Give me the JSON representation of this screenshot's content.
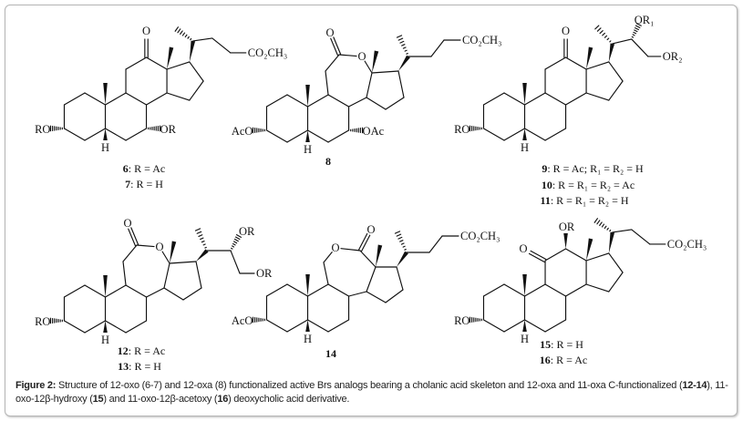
{
  "structures": {
    "s6_7": {
      "c3": "RO",
      "c7": "OR",
      "h5": "H",
      "o12": "O",
      "chain": "CO₂CH₃"
    },
    "s8": {
      "c3": "AcO",
      "c7": "OAc",
      "h5": "H",
      "ring_o": "O",
      "carbonyl_o": "O",
      "chain": "CO₂CH₃"
    },
    "s9_11": {
      "c3": "RO",
      "h5": "H",
      "o12": "O",
      "chain_or1": "OR₁",
      "chain_or2": "OR₂"
    },
    "s12_13": {
      "c3": "RO",
      "h5": "H",
      "ring_o": "O",
      "carbonyl_o": "O",
      "chain_or1": "OR",
      "chain_or2": "OR"
    },
    "s14": {
      "c3": "AcO",
      "h5": "H",
      "ring_o": "O",
      "carbonyl_o": "O",
      "chain": "CO₂CH₃"
    },
    "s15_16": {
      "c3": "RO",
      "h5": "H",
      "o11": "O",
      "or12": "OR",
      "chain": "CO₂CH₃"
    }
  },
  "compound_labels": {
    "c6": {
      "num": "6",
      "text": ": R = Ac"
    },
    "c7": {
      "num": "7",
      "text": ": R = H"
    },
    "c8": {
      "num": "8",
      "text": ""
    },
    "c9": {
      "num": "9",
      "text": ": R = Ac; R₁ = R₂ = H"
    },
    "c10": {
      "num": "10",
      "text": ": R = R₁ = R₂ = Ac"
    },
    "c11": {
      "num": "11",
      "text": ": R = R₁ = R₂ = H"
    },
    "c12": {
      "num": "12",
      "text": ": R = Ac"
    },
    "c13": {
      "num": "13",
      "text": ": R = H"
    },
    "c14": {
      "num": "14",
      "text": ""
    },
    "c15": {
      "num": "15",
      "text": ": R = H"
    },
    "c16": {
      "num": "16",
      "text": ": R = Ac"
    }
  },
  "caption": {
    "lead": "Figure 2:",
    "segments": [
      {
        "t": " Structure of 12-oxo (",
        "b": false
      },
      {
        "t": "6-7",
        "b": false
      },
      {
        "t": ") and 12-oxa (",
        "b": false
      },
      {
        "t": "8",
        "b": false
      },
      {
        "t": ") functionalized active Brs analogs bearing a cholanic acid skeleton and 12-oxa and 11-oxa C-functionalized (",
        "b": false
      },
      {
        "t": "12-14",
        "b": true
      },
      {
        "t": "), 11-oxo-12β-hydroxy (",
        "b": false
      },
      {
        "t": "15",
        "b": true
      },
      {
        "t": ") and 11-oxo-12β-acetoxy (",
        "b": false
      },
      {
        "t": "16",
        "b": true
      },
      {
        "t": ") deoxycholic acid derivative.",
        "b": false
      }
    ]
  }
}
